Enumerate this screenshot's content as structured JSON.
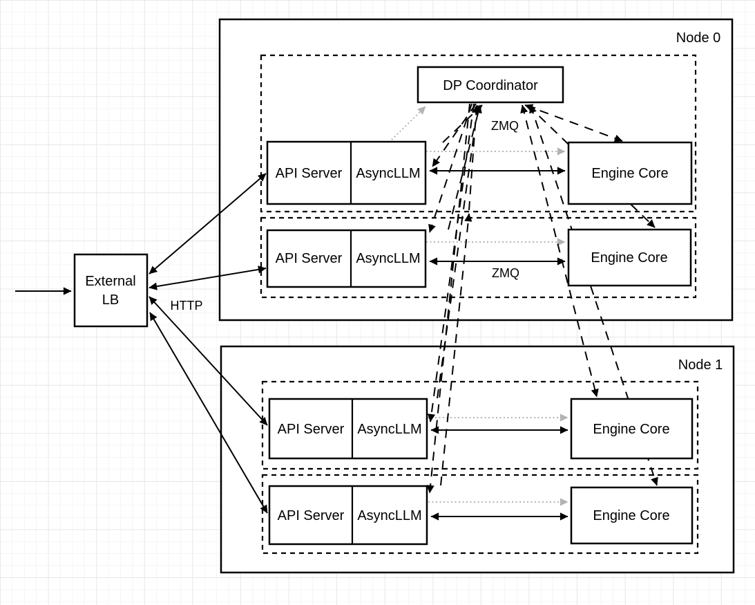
{
  "external_lb": {
    "line1": "External",
    "line2": "LB"
  },
  "edge_labels": {
    "http": "HTTP",
    "zmq_node0_row1": "ZMQ",
    "zmq_node0_row2": "ZMQ"
  },
  "nodes": [
    {
      "label": "Node 0",
      "dp_coordinator": "DP Coordinator",
      "rows": [
        {
          "api_server": "API Server",
          "async_llm": "AsyncLLM",
          "engine_core": "Engine Core"
        },
        {
          "api_server": "API Server",
          "async_llm": "AsyncLLM",
          "engine_core": "Engine Core"
        }
      ]
    },
    {
      "label": "Node 1",
      "rows": [
        {
          "api_server": "API Server",
          "async_llm": "AsyncLLM",
          "engine_core": "Engine Core"
        },
        {
          "api_server": "API Server",
          "async_llm": "AsyncLLM",
          "engine_core": "Engine Core"
        }
      ]
    }
  ],
  "colors": {
    "line": "#000000",
    "muted_arrow": "#b3b3b3",
    "box_fill": "#ffffff",
    "grid_minor": "#f5f5f5",
    "grid_major": "#e9e9e9"
  }
}
